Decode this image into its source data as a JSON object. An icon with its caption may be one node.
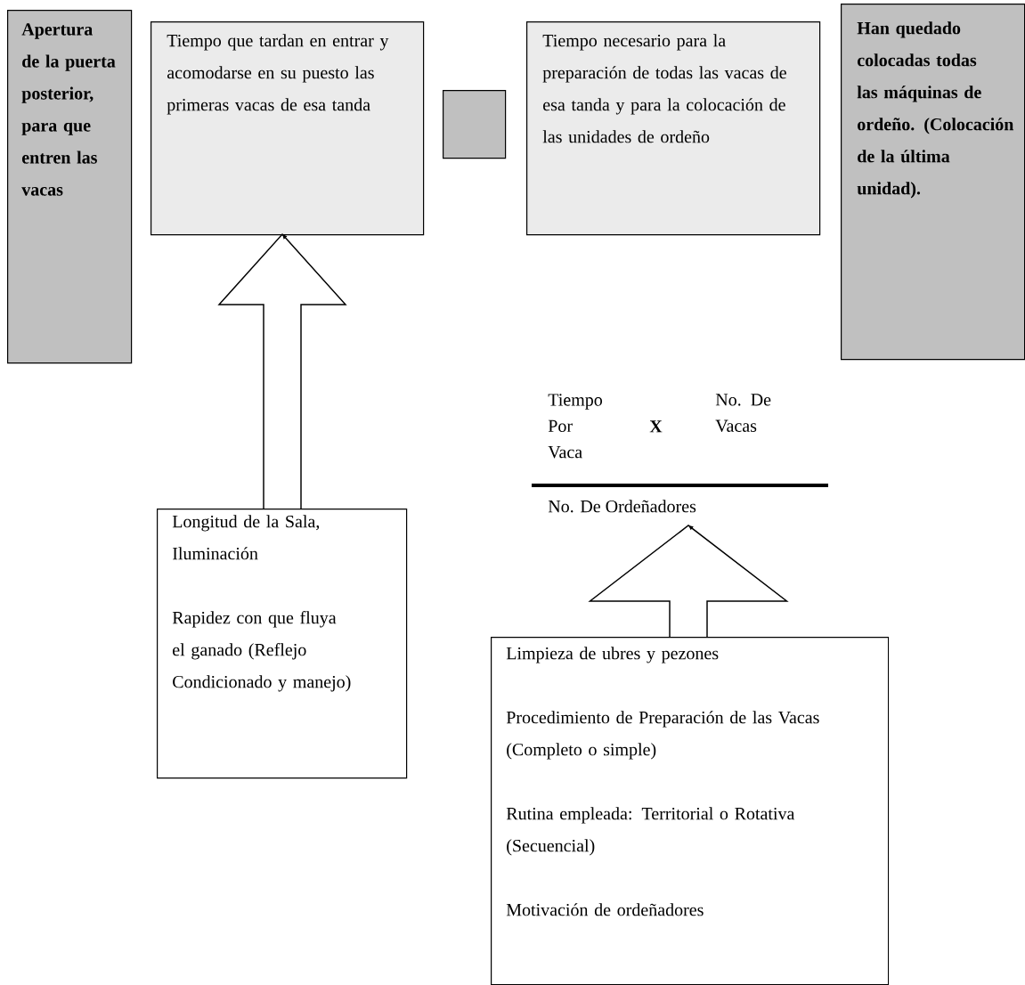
{
  "diagram": {
    "nodes": [
      {
        "text": [
          "Apertura de la puerta posterior, para que entren las vacas"
        ]
      },
      {
        "text": [
          "Tiempo que tardan en entrar y acomodarse en su puesto las primeras vacas de esa tanda"
        ]
      },
      {
        "text": [],
        "shape": "box"
      },
      {
        "text": [
          "Tiempo necesario para la preparación de todas las vacas de esa tanda y para la colocación de las unidades de ordeño"
        ]
      },
      {
        "text": [
          "Han quedado colocadas todas las máquinas de ordeño. (Colocación de la última unidad)."
        ]
      },
      {
        "text": [
          "Longitud de la Sala, Iluminación",
          "Rapidez con que fluya el ganado (Reflejo Condicionado y manejo)"
        ]
      },
      {
        "text": [
          "Tiempo Por Vaca",
          "X",
          "No. De Vacas",
          "No. De Ordeñadores"
        ]
      },
      {
        "text": [
          "Limpieza de ubres y pezones",
          "Procedimiento de Preparación de las Vacas (Completo o simple)",
          "Rutina empleada: Territorial o Rotativa (Secuencial)",
          "Motivación de ordeñadores"
        ]
      }
    ],
    "edges": [
      {
        "from": 5,
        "to": 1,
        "arrow": "to"
      },
      {
        "from": 7,
        "to": 6,
        "arrow": "to"
      }
    ]
  }
}
